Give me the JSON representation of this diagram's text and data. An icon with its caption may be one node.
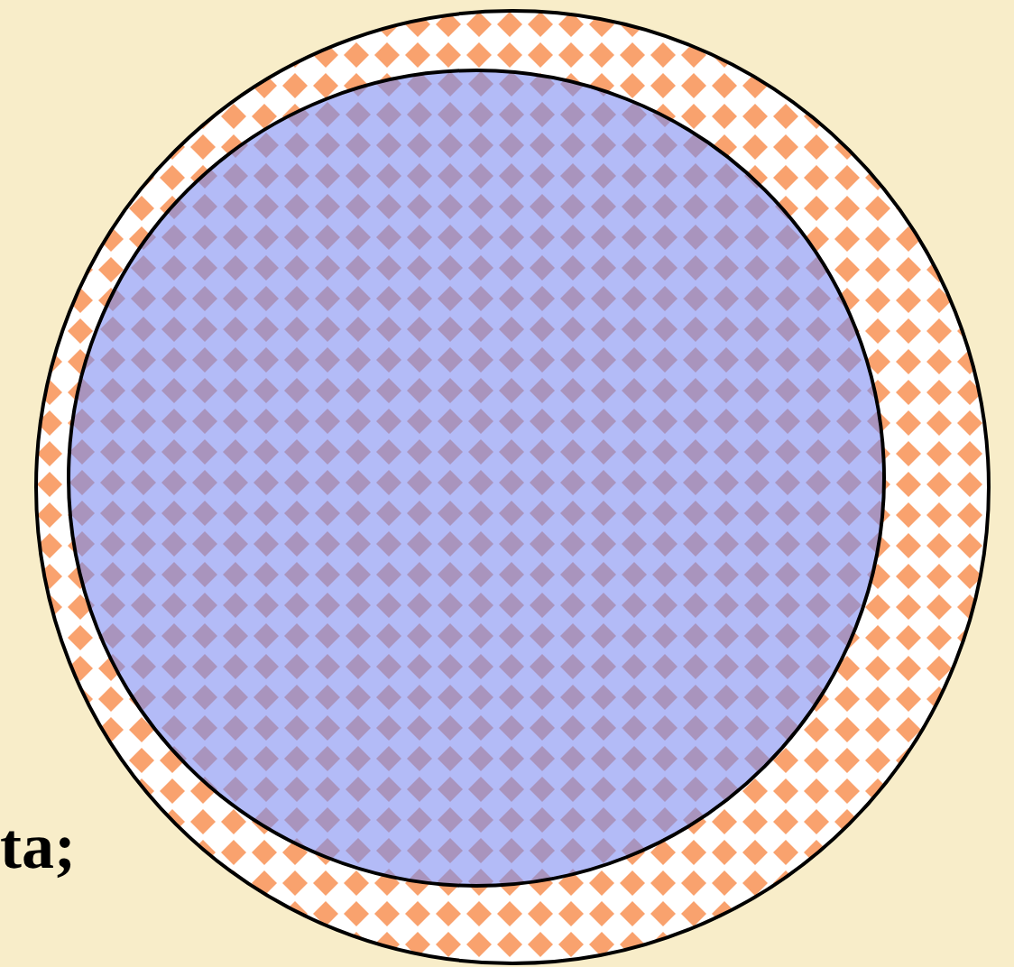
{
  "diagram": {
    "nodes": [
      {
        "text": [],
        "shape": "circle"
      },
      {
        "text": [],
        "shape": "circle",
        "in": 0
      }
    ],
    "labels": [
      "ta;"
    ]
  }
}
